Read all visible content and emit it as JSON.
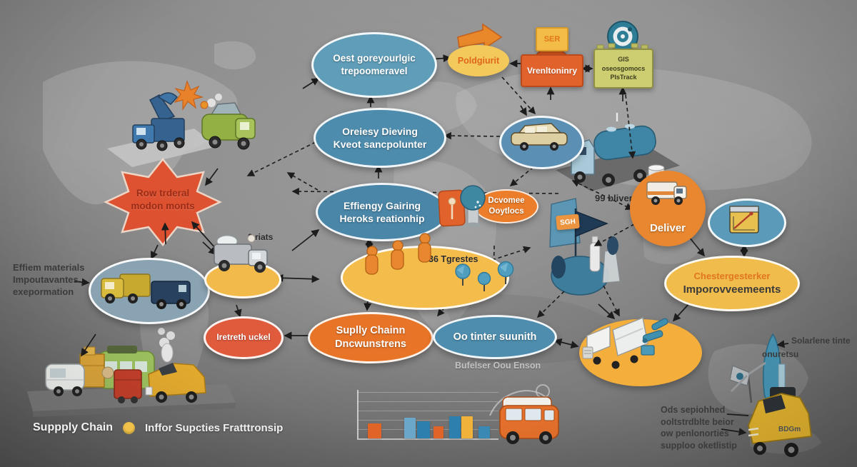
{
  "legend": {
    "supply_chain": "Suppply Chain",
    "partner_label": "Inffor Supcties Fratttronsip",
    "dot_color": "#f0c24a"
  },
  "nodes": {
    "top_blue": {
      "line1": "Oest goreyourlgic",
      "line2": "trepoomeravel"
    },
    "poldgiurit": {
      "label": "Poldgiurit"
    },
    "ser": {
      "label": "SER"
    },
    "vrenltoninry": {
      "label": "Vrenltoninry"
    },
    "gis": {
      "line1": "GIS",
      "line2": "oseosgomocs",
      "line3": "PIsTrack"
    },
    "oreiesy": {
      "line1": "Oreiesy Dieving",
      "line2": "Kveot sancpolunter"
    },
    "starburst": {
      "line1": "Row trderal",
      "line2": "modon monts"
    },
    "effiengy": {
      "line1": "Effiengy Gairing",
      "line2": "Heroks reationhip"
    },
    "docmee": {
      "line1": "Dcvomee",
      "line2": "Ooytlocs"
    },
    "bliver": {
      "label": "99 bliver"
    },
    "sgh": {
      "label": "SGH"
    },
    "deliver": {
      "label": "Deliver"
    },
    "chester": {
      "line1": "Chestergesterker",
      "line2": "Imporovveemeents"
    },
    "left_note": {
      "line1": "Effiem materials",
      "line2": "Impoutavantes",
      "line3": "exepormation"
    },
    "riats": {
      "label": "2 riats"
    },
    "tgrestes": {
      "label": "36 Tgrestes"
    },
    "iretreth": {
      "label": "Iretreth uckel"
    },
    "suplly": {
      "line1": "Suplly Chainn",
      "line2": "Dncwunstrens"
    },
    "ootinter": {
      "label": "Oo tinter suunith"
    },
    "bufelser": {
      "label": "Bufelser Oou Enson"
    },
    "solarlene": {
      "line1": "Solarlene tinte",
      "line2": "onuretsu"
    },
    "bottom_right_note": {
      "line1": "Ods sepiohhed",
      "line2": "ooltstrdblte beior",
      "line3": "ow penlonorties",
      "line4": "supploo oketlistip"
    },
    "bdgm": {
      "label": "BDGm"
    }
  },
  "colors": {
    "blue_node": "#4e8dad",
    "orange_node": "#e87428",
    "yellow_node": "#f2ba4a",
    "red_node": "#e05a3c",
    "deliver_circle": "#e8872f"
  },
  "chart_data": {
    "type": "bar",
    "values": [
      21,
      29,
      24,
      17,
      31,
      31,
      17
    ],
    "colors": [
      "#e06428",
      "#6aa7c8",
      "#2d7fae",
      "#e06428",
      "#2d7fae",
      "#f0b23a",
      "#3a88b4"
    ],
    "x": [
      13,
      64,
      82,
      105,
      127,
      144,
      168
    ],
    "bar_width": [
      19,
      16,
      18,
      14,
      16,
      16,
      16
    ],
    "baseline": 0,
    "axis_labels_visible": false
  }
}
